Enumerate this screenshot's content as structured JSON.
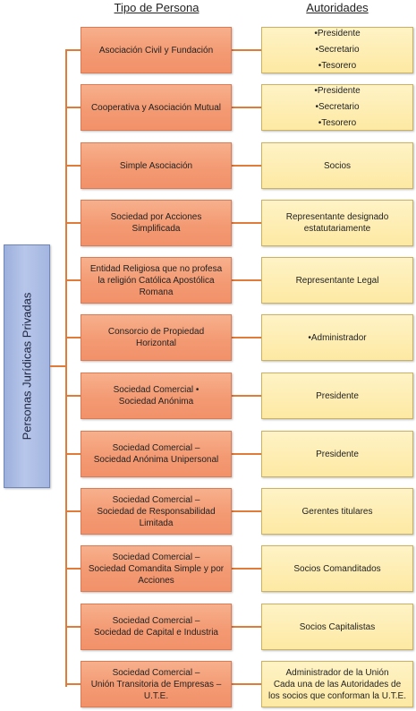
{
  "header": {
    "left_title": "Tipo de Persona",
    "right_title": "Autoridades"
  },
  "root": {
    "label": "Personas Jurídicas Privadas"
  },
  "colors": {
    "connector": "#e07b39",
    "tipo_fill": "#f39a73",
    "autoridad_fill": "#fde9a3",
    "root_fill": "#b7c6ea"
  },
  "rows": [
    {
      "tipo": [
        "Asociación Civil y Fundación"
      ],
      "autoridades": [
        "•Presidente",
        "•Secretario",
        "•Tesorero"
      ]
    },
    {
      "tipo": [
        "Cooperativa y Asociación Mutual"
      ],
      "autoridades": [
        "•Presidente",
        "•Secretario",
        "•Tesorero"
      ]
    },
    {
      "tipo": [
        "Simple Asociación"
      ],
      "autoridades": [
        "Socios"
      ]
    },
    {
      "tipo": [
        "Sociedad por Acciones",
        "Simplificada"
      ],
      "autoridades": [
        "Representante designado",
        "estatutariamente"
      ]
    },
    {
      "tipo": [
        "Entidad Religiosa que no profesa",
        "la religión Católica Apostólica",
        "Romana"
      ],
      "autoridades": [
        "Representante Legal"
      ]
    },
    {
      "tipo": [
        "Consorcio de Propiedad",
        "Horizontal"
      ],
      "autoridades": [
        "•Administrador"
      ]
    },
    {
      "tipo": [
        "Sociedad Comercial •",
        "Sociedad Anónima"
      ],
      "autoridades": [
        "Presidente"
      ]
    },
    {
      "tipo": [
        "Sociedad Comercial –",
        "Sociedad Anónima Unipersonal"
      ],
      "autoridades": [
        "Presidente"
      ]
    },
    {
      "tipo": [
        "Sociedad Comercial –",
        "Sociedad de Responsabilidad",
        "Limitada"
      ],
      "autoridades": [
        "Gerentes titulares"
      ]
    },
    {
      "tipo": [
        "Sociedad Comercial –",
        "Sociedad Comandita Simple y por",
        "Acciones"
      ],
      "autoridades": [
        "Socios Comanditados"
      ]
    },
    {
      "tipo": [
        "Sociedad Comercial –",
        "Sociedad de Capital e Industria"
      ],
      "autoridades": [
        "Socios Capitalistas"
      ]
    },
    {
      "tipo": [
        "Sociedad Comercial –",
        "Unión Transitoria de Empresas –",
        "U.T.E."
      ],
      "autoridades": [
        "Administrador de la Unión",
        "Cada una de las Autoridades de",
        "los socios que conforman la U.T.E."
      ]
    }
  ]
}
